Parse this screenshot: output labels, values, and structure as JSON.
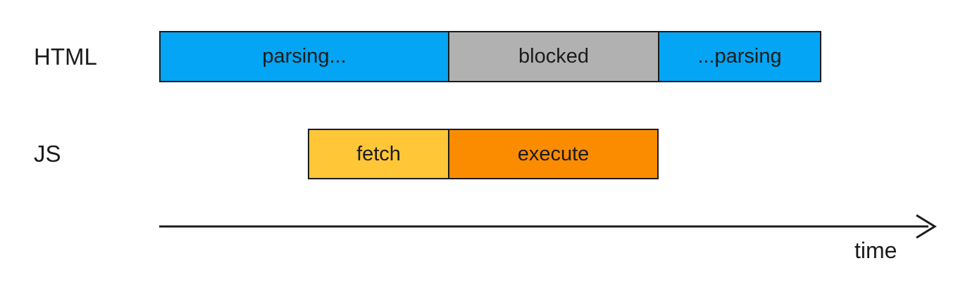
{
  "diagram": {
    "name": "script-loading-timeline",
    "rows": [
      {
        "label": "HTML",
        "segments": [
          {
            "label": "parsing...",
            "state": "parsing"
          },
          {
            "label": "blocked",
            "state": "blocked"
          },
          {
            "label": "...parsing",
            "state": "parsing"
          }
        ]
      },
      {
        "label": "JS",
        "segments": [
          {
            "label": "fetch",
            "state": "fetch"
          },
          {
            "label": "execute",
            "state": "execute"
          }
        ]
      }
    ],
    "axis": {
      "label": "time"
    },
    "colors": {
      "parsing": "#03A5F4",
      "blocked": "#B1B1B1",
      "fetch": "#FFC637",
      "execute": "#FB8C00",
      "outline": "#1B1B1B",
      "text": "#1B1B1B"
    }
  }
}
